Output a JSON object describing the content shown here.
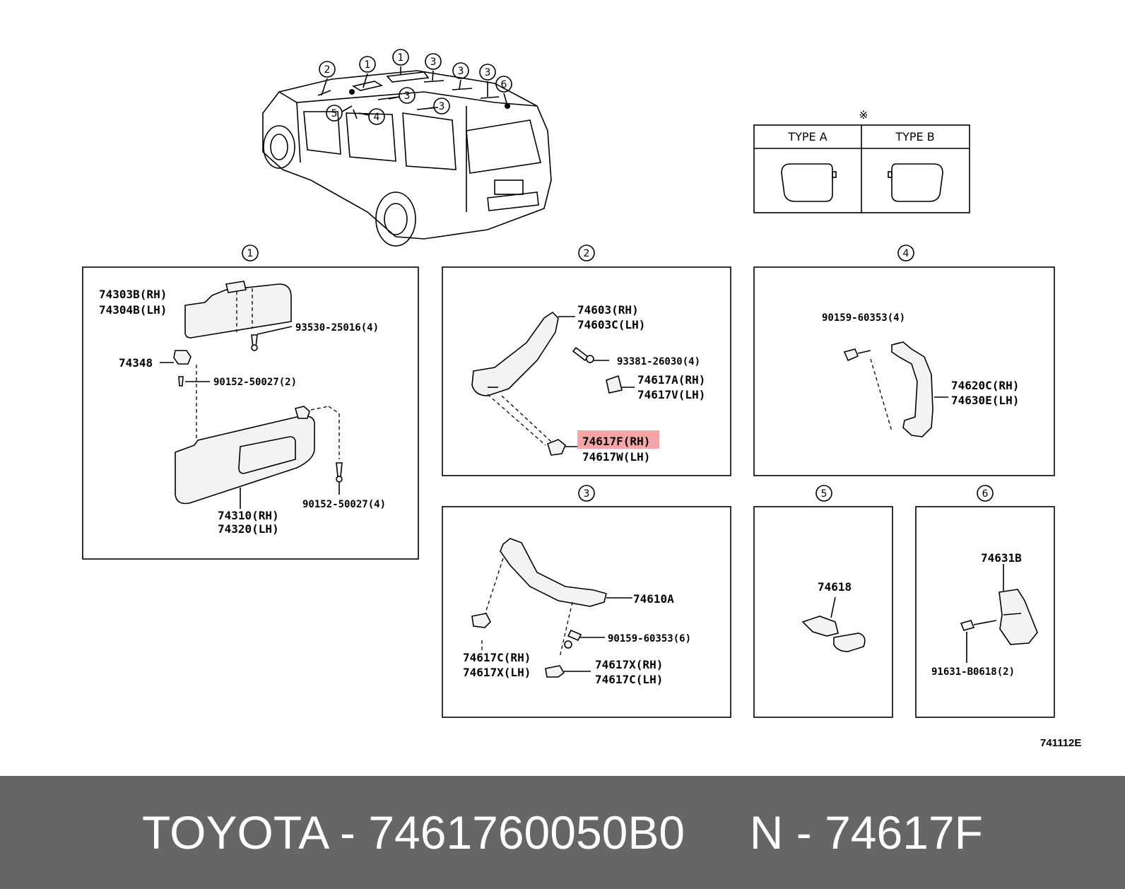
{
  "diagram": {
    "type_table": {
      "note_mark": "※",
      "type_a": "TYPE A",
      "type_b": "TYPE B"
    },
    "circles": [
      "1",
      "2",
      "3",
      "4",
      "5",
      "6"
    ],
    "car_callouts": [
      "2",
      "1",
      "1",
      "3",
      "3",
      "3",
      "6",
      "3",
      "5",
      "4",
      "3"
    ],
    "panel1": {
      "visor_top_rh": "74303B(RH)",
      "visor_top_lh": "74304B(LH)",
      "screw_top": "93530-25016(4)",
      "holder": "74348",
      "screw_holder": "90152-50027(2)",
      "screw_bottom": "90152-50027(4)",
      "visor_rh": "74310(RH)",
      "visor_lh": "74320(LH)"
    },
    "panel2": {
      "grip_rh": "74603(RH)",
      "grip_lh": "74603C(LH)",
      "screw": "93381-26030(4)",
      "cap_a_rh": "74617A(RH)",
      "cap_a_lh": "74617V(LH)",
      "cap_f_rh": "74617F(RH)",
      "cap_f_lh": "74617W(LH)"
    },
    "panel3": {
      "grip": "74610A",
      "screw": "90159-60353(6)",
      "cap_left_rh": "74617C(RH)",
      "cap_left_lh": "74617X(LH)",
      "cap_right_rh": "74617X(RH)",
      "cap_right_lh": "74617C(LH)"
    },
    "panel4": {
      "screw": "90159-60353(4)",
      "grip_rh": "74620C(RH)",
      "grip_lh": "74630E(LH)"
    },
    "panel5": {
      "part": "74618"
    },
    "panel6": {
      "part": "74631B",
      "screw": "91631-B0618(2)"
    },
    "figure_code": "741112E",
    "highlight_color": "#f4a6a6"
  },
  "footer": {
    "text": "TOYOTA - 7461760050B0     N - 74617F",
    "bg_color": "#666666"
  }
}
